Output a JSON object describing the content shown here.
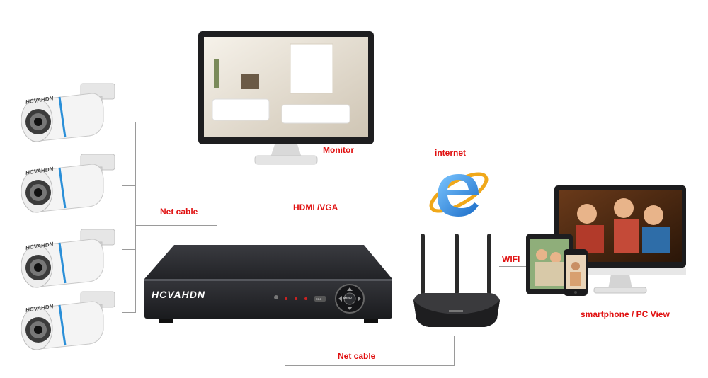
{
  "labels": {
    "monitor": "Monitor",
    "internet": "internet",
    "net_cable_left": "Net cable",
    "hdmi_vga": "HDMI /VGA",
    "wifi": "WIFI",
    "net_cable_bottom": "Net cable",
    "view": "smartphone / PC View"
  },
  "dvr": {
    "brand": "HCVAHDN",
    "menu_label": "MENU",
    "esc_label": "ESC"
  },
  "camera": {
    "brand": "HCVAHDN",
    "count": 4
  },
  "colors": {
    "label_red": "#e01010",
    "line_gray": "#9a9a9a",
    "dvr_body": "#2a2b2f",
    "ie_blue": "#1f7fd6"
  },
  "icons": [
    "bullet-camera-icon",
    "monitor-icon",
    "internet-explorer-icon",
    "router-icon",
    "dvr-icon",
    "tablet-icon",
    "smartphone-icon",
    "pc-monitor-icon"
  ]
}
